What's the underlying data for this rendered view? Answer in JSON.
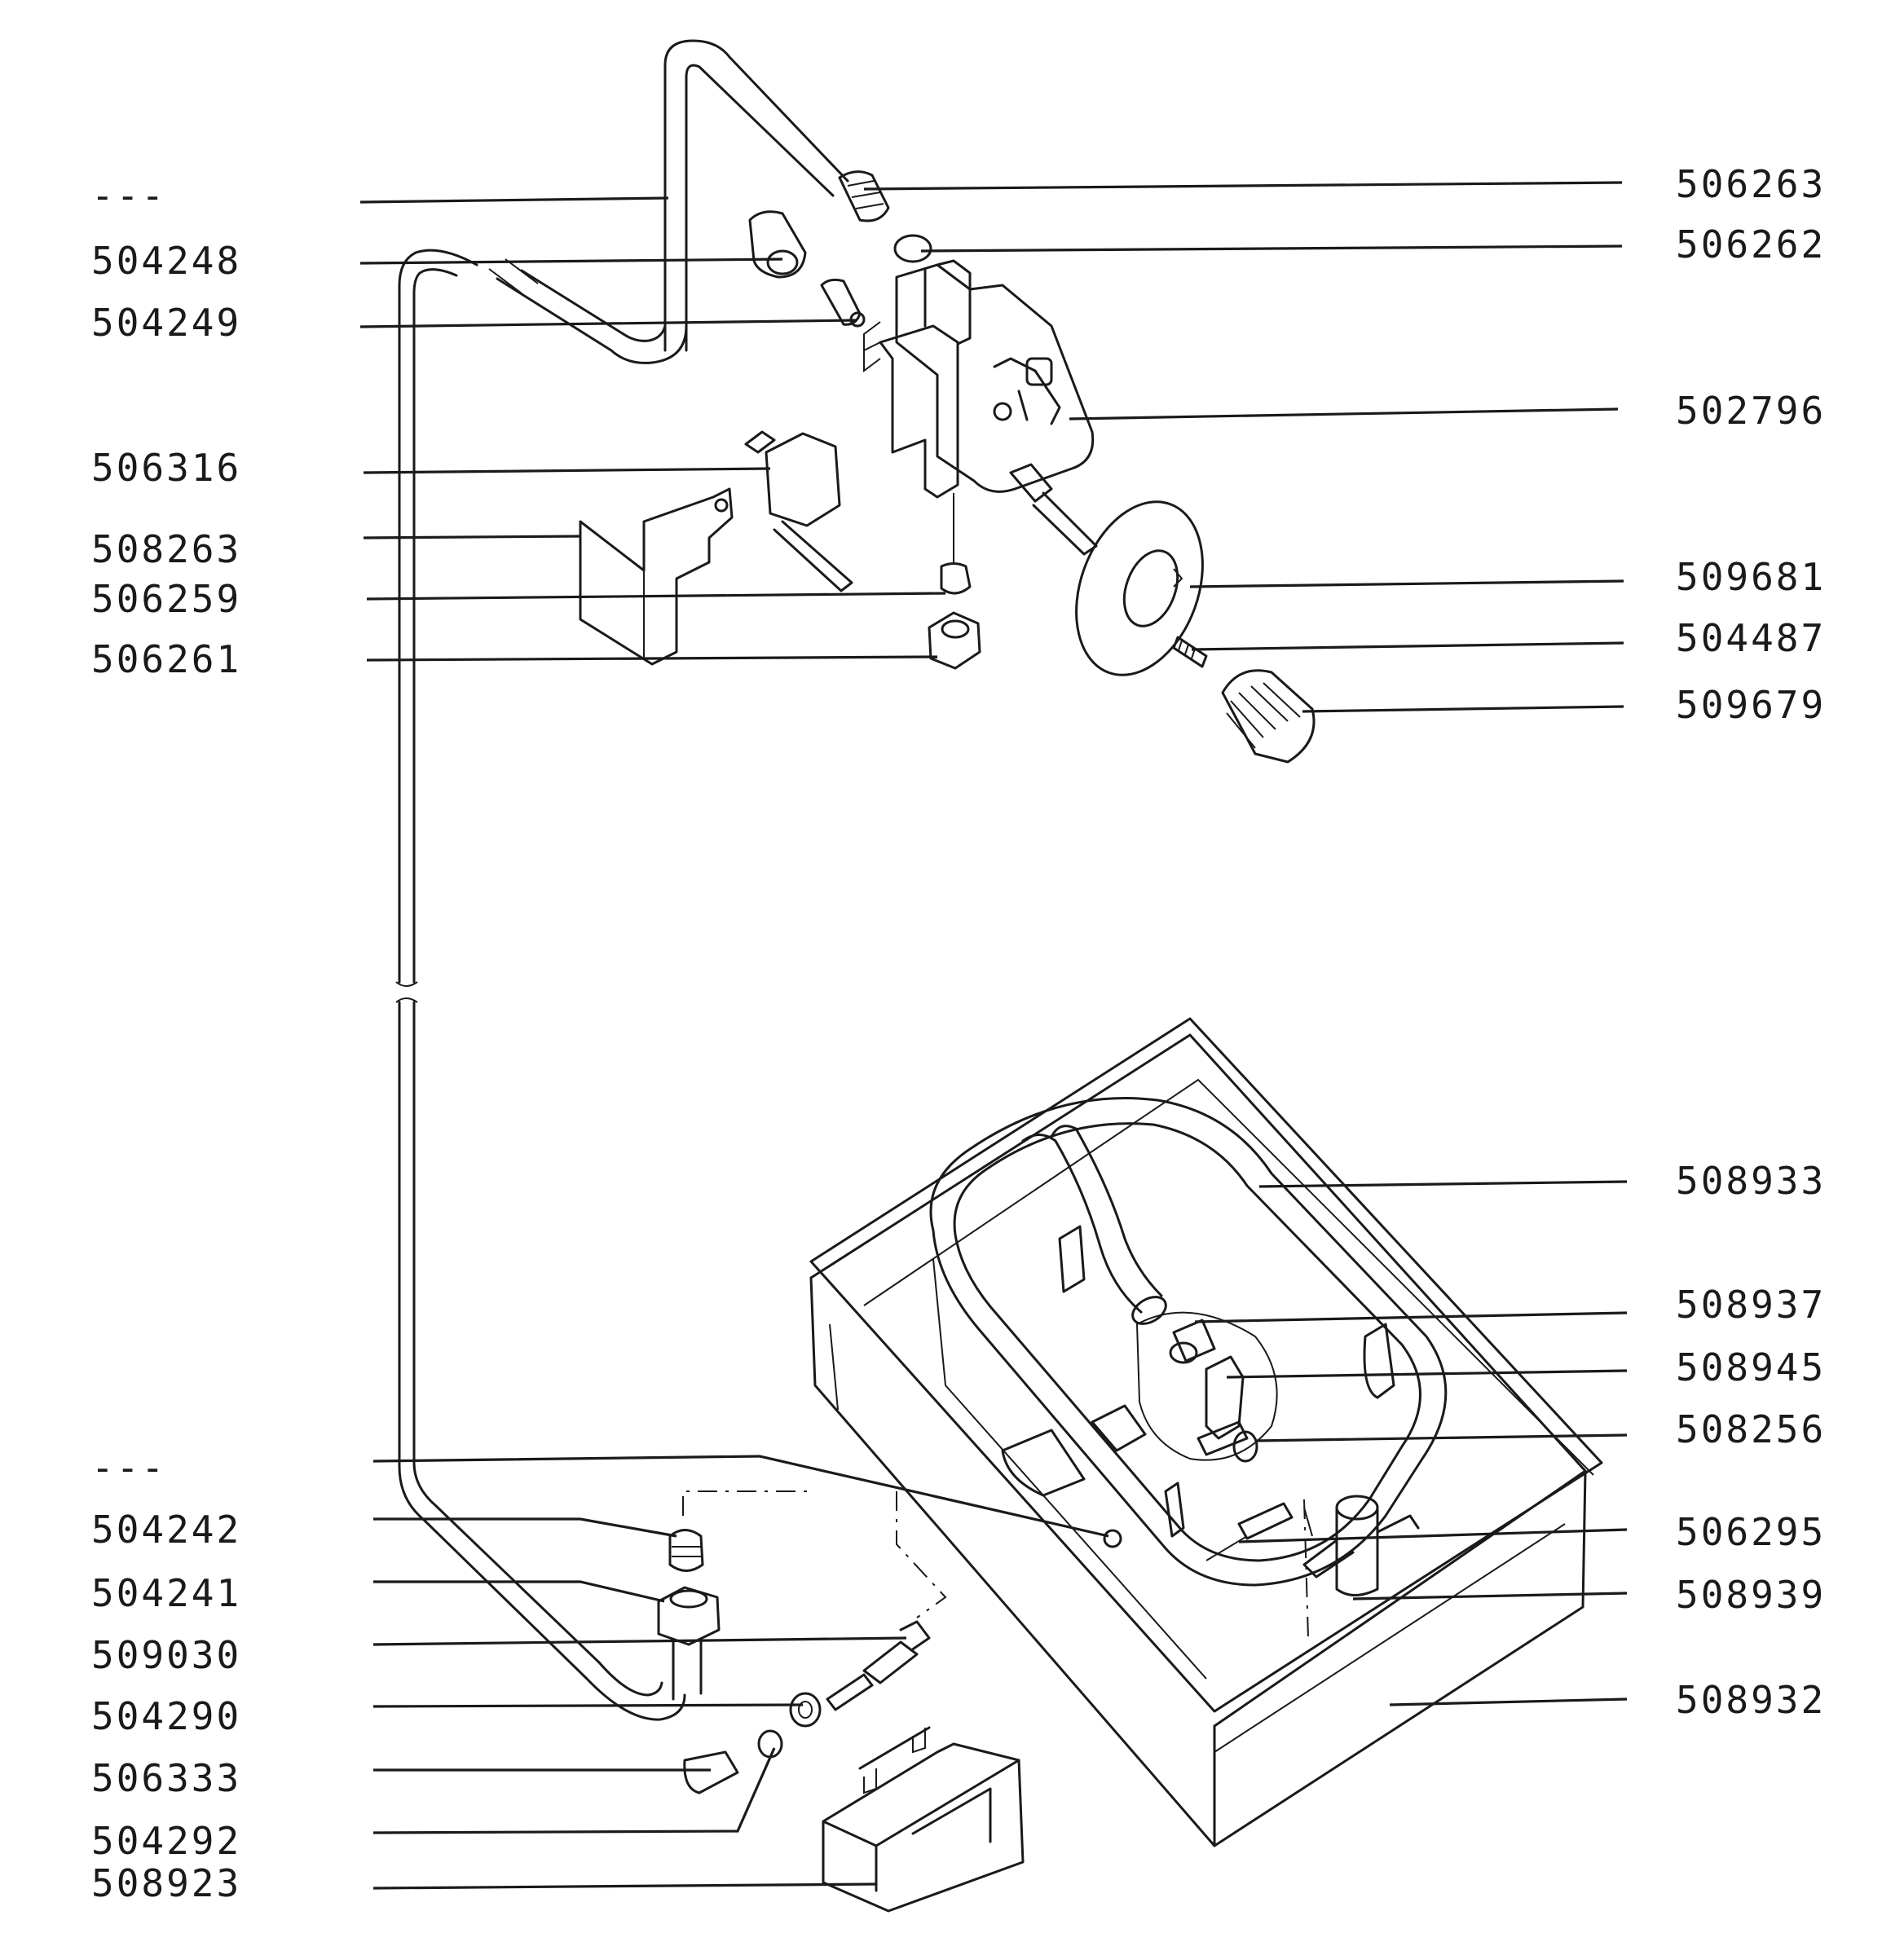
{
  "diagram": {
    "labels_left": [
      {
        "id": "l1",
        "text": "---"
      },
      {
        "id": "l2",
        "text": "504248"
      },
      {
        "id": "l3",
        "text": "504249"
      },
      {
        "id": "l4",
        "text": "506316"
      },
      {
        "id": "l5",
        "text": "508263"
      },
      {
        "id": "l6",
        "text": "506259"
      },
      {
        "id": "l7",
        "text": "506261"
      },
      {
        "id": "l8",
        "text": "---"
      },
      {
        "id": "l9",
        "text": "504242"
      },
      {
        "id": "l10",
        "text": "504241"
      },
      {
        "id": "l11",
        "text": "509030"
      },
      {
        "id": "l12",
        "text": "504290"
      },
      {
        "id": "l13",
        "text": "506333"
      },
      {
        "id": "l14",
        "text": "504292"
      },
      {
        "id": "l15",
        "text": "508923"
      }
    ],
    "labels_right": [
      {
        "id": "r1",
        "text": "506263"
      },
      {
        "id": "r2",
        "text": "506262"
      },
      {
        "id": "r3",
        "text": "502796"
      },
      {
        "id": "r4",
        "text": "509681"
      },
      {
        "id": "r5",
        "text": "504487"
      },
      {
        "id": "r6",
        "text": "509679"
      },
      {
        "id": "r7",
        "text": "508933"
      },
      {
        "id": "r8",
        "text": "508937"
      },
      {
        "id": "r9",
        "text": "508945"
      },
      {
        "id": "r10",
        "text": "508256"
      },
      {
        "id": "r11",
        "text": "506295"
      },
      {
        "id": "r12",
        "text": "508939"
      },
      {
        "id": "r13",
        "text": "508932"
      }
    ]
  }
}
